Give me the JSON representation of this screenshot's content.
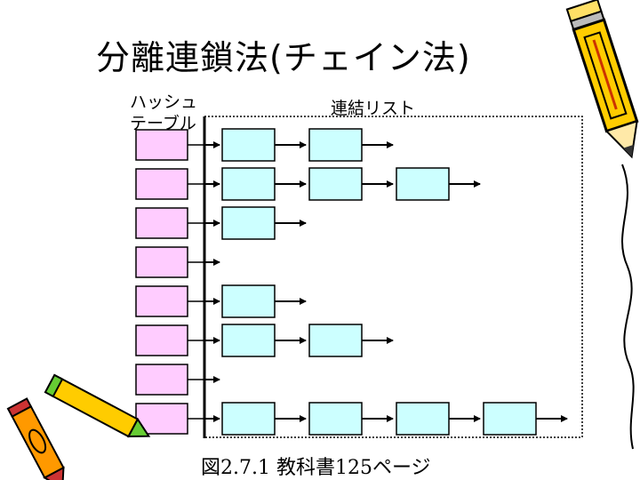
{
  "slide": {
    "title": "分離連鎖法(チェイン法)",
    "hash_table_label_line1": "ハッシュ",
    "hash_table_label_line2": "テーブル",
    "linked_list_label": "連結リスト",
    "caption": "図2.7.1 教科書125ページ"
  },
  "diagram": {
    "hash_table_slots": 8,
    "chain_lengths": [
      2,
      3,
      1,
      0,
      1,
      2,
      0,
      4
    ],
    "colors": {
      "hash_slot_fill": "#ffccff",
      "list_node_fill": "#ccffff",
      "stroke": "#000000"
    }
  },
  "decorations": {
    "top_right": "pencil-icon",
    "bottom_left": "crayons-icon"
  }
}
